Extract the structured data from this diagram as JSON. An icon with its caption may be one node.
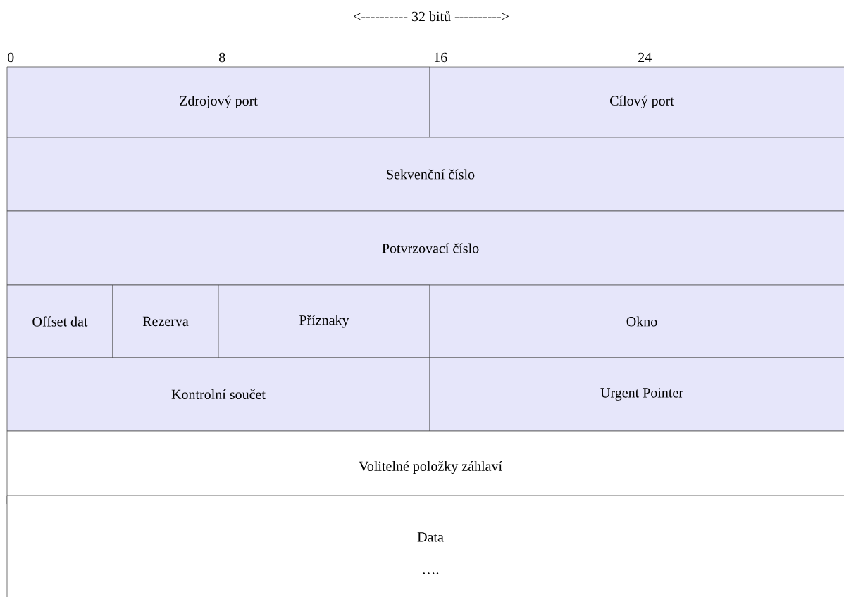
{
  "diagram": {
    "title": "<---------- 32 bitů ---------->",
    "nodes": [
      {
        "text": [
          "Zdrojový port"
        ]
      },
      {
        "text": [
          "Cílový port"
        ]
      },
      {
        "text": [
          "Sekvenční číslo"
        ]
      },
      {
        "text": [
          "Potvrzovací číslo"
        ]
      },
      {
        "text": [
          "Offset dat"
        ]
      },
      {
        "text": [
          "Rezerva"
        ]
      },
      {
        "text": [
          "Příznaky"
        ]
      },
      {
        "text": [
          "Okno"
        ]
      },
      {
        "text": [
          "Kontrolní součet"
        ]
      },
      {
        "text": [
          "Urgent Pointer"
        ]
      },
      {
        "text": [
          "Volitelné položky záhlaví"
        ]
      },
      {
        "text": [
          "Data",
          "…."
        ]
      }
    ],
    "labels": [
      "0",
      "8",
      "16",
      "24"
    ]
  }
}
